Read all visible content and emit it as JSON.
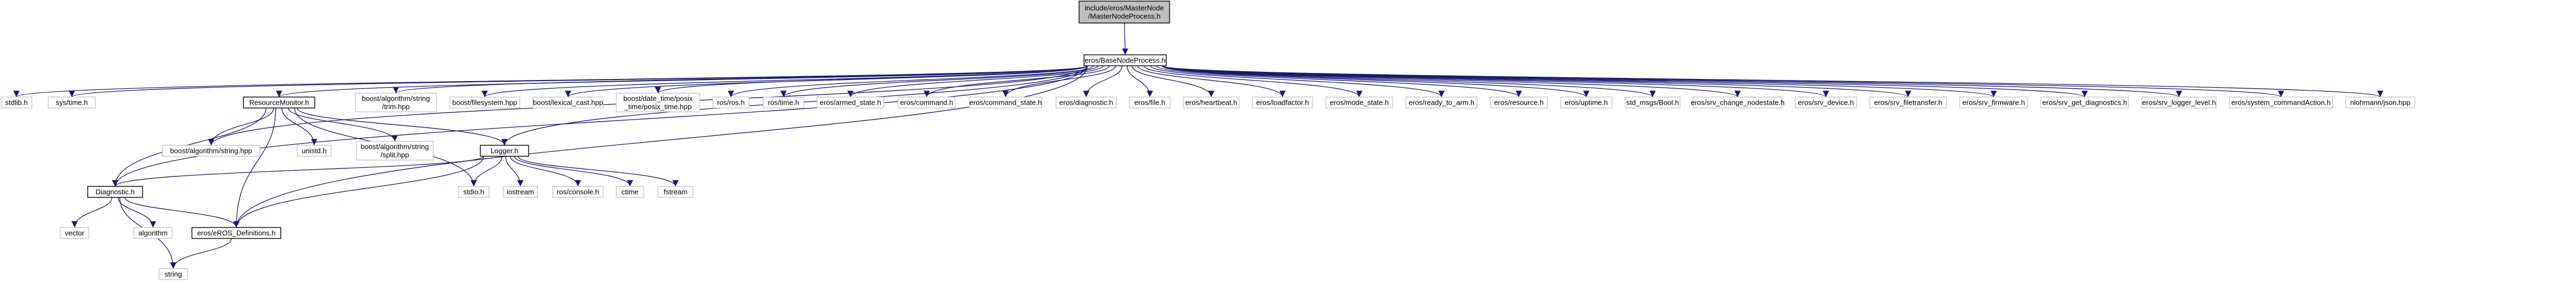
{
  "nodes": {
    "master": {
      "lines": [
        "include/eros/MasterNode",
        "/MasterNodeProcess.h"
      ],
      "kind": "root"
    },
    "base": {
      "lines": [
        "eros/BaseNodeProcess.h"
      ],
      "kind": "linked"
    },
    "stdlib": {
      "lines": [
        "stdlib.h"
      ],
      "kind": "plain"
    },
    "systime": {
      "lines": [
        "sys/time.h"
      ],
      "kind": "plain"
    },
    "resmon": {
      "lines": [
        "ResourceMonitor.h"
      ],
      "kind": "linked"
    },
    "trim": {
      "lines": [
        "boost/algorithm/string",
        "/trim.hpp"
      ],
      "kind": "plain"
    },
    "filesystem": {
      "lines": [
        "boost/filesystem.hpp"
      ],
      "kind": "plain"
    },
    "lexical": {
      "lines": [
        "boost/lexical_cast.hpp"
      ],
      "kind": "plain"
    },
    "posix": {
      "lines": [
        "boost/date_time/posix",
        "_time/posix_time.hpp"
      ],
      "kind": "plain"
    },
    "rosros": {
      "lines": [
        "ros/ros.h"
      ],
      "kind": "plain"
    },
    "rostime": {
      "lines": [
        "ros/time.h"
      ],
      "kind": "plain"
    },
    "armed": {
      "lines": [
        "eros/armed_state.h"
      ],
      "kind": "plain"
    },
    "command": {
      "lines": [
        "eros/command.h"
      ],
      "kind": "plain"
    },
    "cmdstate": {
      "lines": [
        "eros/command_state.h"
      ],
      "kind": "plain"
    },
    "diagmsg": {
      "lines": [
        "eros/diagnostic.h"
      ],
      "kind": "plain"
    },
    "file": {
      "lines": [
        "eros/file.h"
      ],
      "kind": "plain"
    },
    "heartbeat": {
      "lines": [
        "eros/heartbeat.h"
      ],
      "kind": "plain"
    },
    "loadfactor": {
      "lines": [
        "eros/loadfactor.h"
      ],
      "kind": "plain"
    },
    "modestate": {
      "lines": [
        "eros/mode_state.h"
      ],
      "kind": "plain"
    },
    "readyarm": {
      "lines": [
        "eros/ready_to_arm.h"
      ],
      "kind": "plain"
    },
    "resource": {
      "lines": [
        "eros/resource.h"
      ],
      "kind": "plain"
    },
    "uptime": {
      "lines": [
        "eros/uptime.h"
      ],
      "kind": "plain"
    },
    "boolmsg": {
      "lines": [
        "std_msgs/Bool.h"
      ],
      "kind": "plain"
    },
    "changenode": {
      "lines": [
        "eros/srv_change_nodestate.h"
      ],
      "kind": "plain"
    },
    "srvdevice": {
      "lines": [
        "eros/srv_device.h"
      ],
      "kind": "plain"
    },
    "filetransfer": {
      "lines": [
        "eros/srv_filetransfer.h"
      ],
      "kind": "plain"
    },
    "firmware": {
      "lines": [
        "eros/srv_firmware.h"
      ],
      "kind": "plain"
    },
    "getdiag": {
      "lines": [
        "eros/srv_get_diagnostics.h"
      ],
      "kind": "plain"
    },
    "loggerlevel": {
      "lines": [
        "eros/srv_logger_level.h"
      ],
      "kind": "plain"
    },
    "sysaction": {
      "lines": [
        "eros/system_commandAction.h"
      ],
      "kind": "plain"
    },
    "json": {
      "lines": [
        "nlohmann/json.hpp"
      ],
      "kind": "plain"
    },
    "algostring": {
      "lines": [
        "boost/algorithm/string.hpp"
      ],
      "kind": "plain"
    },
    "unistd": {
      "lines": [
        "unistd.h"
      ],
      "kind": "plain"
    },
    "split": {
      "lines": [
        "boost/algorithm/string",
        "/split.hpp"
      ],
      "kind": "plain"
    },
    "logger": {
      "lines": [
        "Logger.h"
      ],
      "kind": "linked"
    },
    "diagnostic": {
      "lines": [
        "Diagnostic.h"
      ],
      "kind": "linked"
    },
    "stdio": {
      "lines": [
        "stdio.h"
      ],
      "kind": "plain"
    },
    "iostream": {
      "lines": [
        "iostream"
      ],
      "kind": "plain"
    },
    "console": {
      "lines": [
        "ros/console.h"
      ],
      "kind": "plain"
    },
    "ctime": {
      "lines": [
        "ctime"
      ],
      "kind": "plain"
    },
    "fstream": {
      "lines": [
        "fstream"
      ],
      "kind": "plain"
    },
    "vector": {
      "lines": [
        "vector"
      ],
      "kind": "plain"
    },
    "algorithm": {
      "lines": [
        "algorithm"
      ],
      "kind": "plain"
    },
    "defs": {
      "lines": [
        "eros/eROS_Definitions.h"
      ],
      "kind": "linked"
    },
    "string": {
      "lines": [
        "string"
      ],
      "kind": "plain"
    }
  },
  "edges": [
    [
      "master",
      "base"
    ],
    [
      "base",
      "stdlib"
    ],
    [
      "base",
      "systime"
    ],
    [
      "base",
      "resmon"
    ],
    [
      "base",
      "trim"
    ],
    [
      "base",
      "filesystem"
    ],
    [
      "base",
      "lexical"
    ],
    [
      "base",
      "posix"
    ],
    [
      "base",
      "rosros"
    ],
    [
      "base",
      "rostime"
    ],
    [
      "base",
      "armed"
    ],
    [
      "base",
      "command"
    ],
    [
      "base",
      "cmdstate"
    ],
    [
      "base",
      "diagmsg"
    ],
    [
      "base",
      "file"
    ],
    [
      "base",
      "heartbeat"
    ],
    [
      "base",
      "loadfactor"
    ],
    [
      "base",
      "modestate"
    ],
    [
      "base",
      "readyarm"
    ],
    [
      "base",
      "resource"
    ],
    [
      "base",
      "uptime"
    ],
    [
      "base",
      "boolmsg"
    ],
    [
      "base",
      "changenode"
    ],
    [
      "base",
      "srvdevice"
    ],
    [
      "base",
      "filetransfer"
    ],
    [
      "base",
      "firmware"
    ],
    [
      "base",
      "getdiag"
    ],
    [
      "base",
      "loggerlevel"
    ],
    [
      "base",
      "sysaction"
    ],
    [
      "base",
      "json"
    ],
    [
      "base",
      "logger"
    ],
    [
      "base",
      "diagnostic"
    ],
    [
      "base",
      "defs"
    ],
    [
      "base",
      "algostring"
    ],
    [
      "resmon",
      "algostring"
    ],
    [
      "resmon",
      "unistd"
    ],
    [
      "resmon",
      "split"
    ],
    [
      "resmon",
      "logger"
    ],
    [
      "resmon",
      "diagnostic"
    ],
    [
      "resmon",
      "stdio"
    ],
    [
      "resmon",
      "defs"
    ],
    [
      "logger",
      "diagnostic"
    ],
    [
      "logger",
      "stdio"
    ],
    [
      "logger",
      "iostream"
    ],
    [
      "logger",
      "console"
    ],
    [
      "logger",
      "ctime"
    ],
    [
      "logger",
      "fstream"
    ],
    [
      "logger",
      "defs"
    ],
    [
      "diagnostic",
      "vector"
    ],
    [
      "diagnostic",
      "algorithm"
    ],
    [
      "diagnostic",
      "defs"
    ],
    [
      "diagnostic",
      "string"
    ],
    [
      "defs",
      "string"
    ]
  ]
}
